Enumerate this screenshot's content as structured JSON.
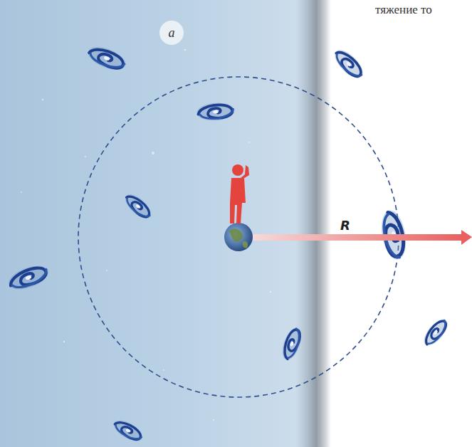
{
  "diagram": {
    "nodes": [
      {
        "text": [
          "a"
        ]
      }
    ],
    "labels": [
      "R",
      "тяжение то"
    ]
  }
}
